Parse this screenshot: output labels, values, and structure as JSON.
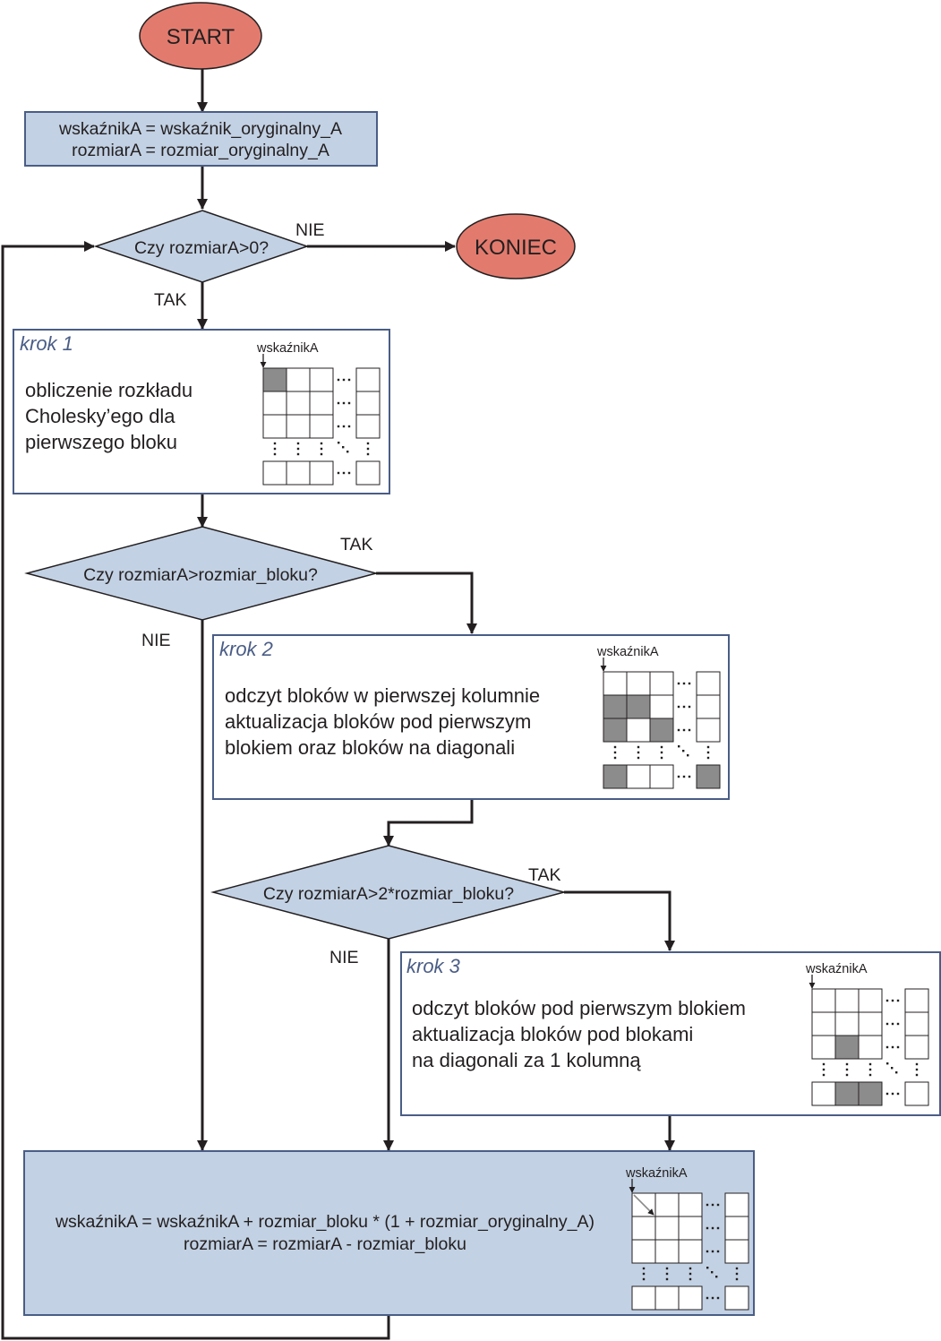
{
  "colors": {
    "terminal_fill": "#e27b6e",
    "process_fill": "#c2d1e3",
    "decision_fill": "#c2d1e3",
    "step_border": "#4a5d86",
    "shaded_cell": "#8c8c8c",
    "line": "#231f20"
  },
  "terminals": {
    "start": "START",
    "end": "KONIEC"
  },
  "init": {
    "line1": "wskaźnikA = wskaźnik_oryginalny_A",
    "line2": "rozmiarA = rozmiar_oryginalny_A"
  },
  "decisions": {
    "d1": "Czy rozmiarA>0?",
    "d2": "Czy rozmiarA>rozmiar_bloku?",
    "d3": "Czy rozmiarA>2*rozmiar_bloku?"
  },
  "branch_labels": {
    "yes": "TAK",
    "no": "NIE"
  },
  "pointer_label": "wskaźnikA",
  "steps": {
    "step1": {
      "title": "krok 1",
      "lines": [
        "obliczenie rozkładu",
        "Cholesky’ego dla",
        "pierwszego bloku"
      ]
    },
    "step2": {
      "title": "krok 2",
      "lines": [
        "odczyt bloków w pierwszej kolumnie",
        "aktualizacja bloków pod pierwszym",
        "blokiem oraz bloków na diagonali"
      ]
    },
    "step3": {
      "title": "krok 3",
      "lines": [
        "odczyt bloków pod pierwszym blokiem",
        "aktualizacja bloków pod blokami",
        "na diagonali za 1 kolumną"
      ]
    }
  },
  "update": {
    "line1": "wskaźnikA = wskaźnikA + rozmiar_bloku * (1 + rozmiar_oryginalny_A)",
    "line2": "rozmiarA = rozmiarA - rozmiar_bloku"
  }
}
